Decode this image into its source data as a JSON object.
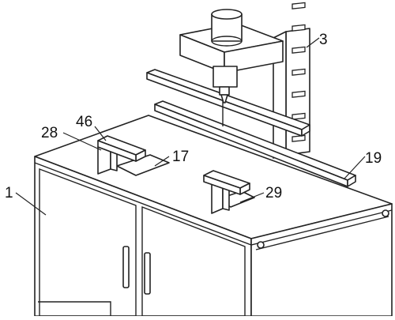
{
  "labels": {
    "part_1": "1",
    "part_3": "3",
    "part_17": "17",
    "part_19": "19",
    "part_28": "28",
    "part_29": "29",
    "part_46": "46"
  }
}
